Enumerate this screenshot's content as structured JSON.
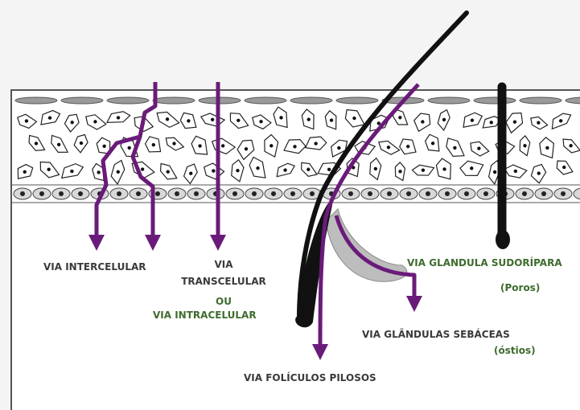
{
  "colors": {
    "background": "#f4f4f4",
    "panel": "#ffffff",
    "outline": "#555555",
    "pathway": "#6a1b7a",
    "hair": "#111111",
    "gland": "#bdbdbd",
    "label_dark": "#3a3a3a",
    "label_green": "#3e6b2e"
  },
  "labels": {
    "intercelular": "VIA INTERCELULAR",
    "transcelular_1": "VIA",
    "transcelular_2": "TRANSCELULAR",
    "ou": "OU",
    "intracelular": "VIA INTRACELULAR",
    "sudoripara": "VIA GLANDULA SUDORÍPARA",
    "poros": "(Poros)",
    "sebaceas": "VIA GLÂNDULAS SEBÁCEAS",
    "ostios": "(óstios)",
    "foliculos": "VIA FOLÍCULOS PILOSOS"
  }
}
